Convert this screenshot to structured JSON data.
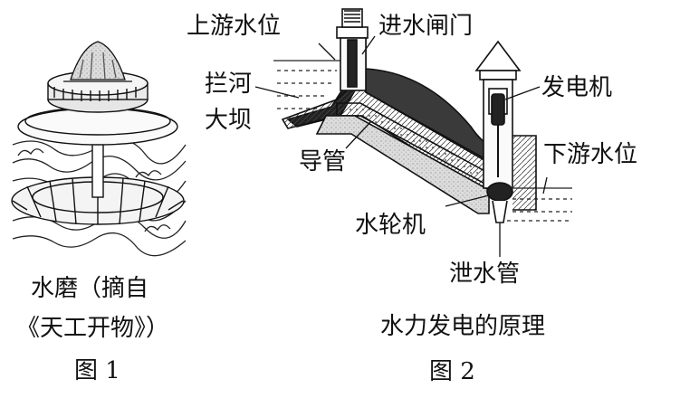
{
  "figure1": {
    "caption_line1": "水磨（摘自",
    "caption_line2": "《天工开物》）",
    "figure_label": "图 1"
  },
  "figure2": {
    "labels": {
      "upstream_level": "上游水位",
      "intake_gate": "进水闸门",
      "dam_line1": "拦河",
      "dam_line2": "大坝",
      "generator": "发电机",
      "penstock": "导管",
      "downstream_level": "下游水位",
      "turbine": "水轮机",
      "tailrace": "泄水管"
    },
    "title": "水力发电的原理",
    "figure_label": "图 2"
  }
}
